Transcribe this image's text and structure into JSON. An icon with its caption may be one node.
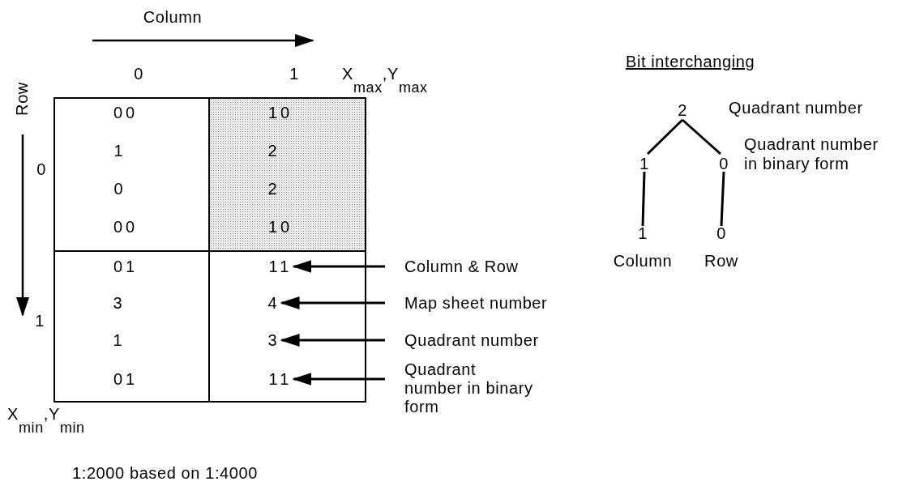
{
  "diagram": {
    "nodes": [
      {
        "text": [],
        "shape": "box"
      },
      {
        "text": [
          "00"
        ],
        "in": 0
      },
      {
        "text": [
          "1"
        ],
        "in": 0
      },
      {
        "text": [
          "0"
        ],
        "in": 0
      },
      {
        "text": [
          "00"
        ],
        "in": 0
      },
      {
        "text": [],
        "shape": "box"
      },
      {
        "text": [
          "10"
        ],
        "in": 5
      },
      {
        "text": [
          "2"
        ],
        "in": 5
      },
      {
        "text": [
          "2"
        ],
        "in": 5
      },
      {
        "text": [
          "10"
        ],
        "in": 5
      },
      {
        "text": [],
        "shape": "box"
      },
      {
        "text": [
          "01"
        ],
        "in": 10
      },
      {
        "text": [
          "3"
        ],
        "in": 10
      },
      {
        "text": [
          "1"
        ],
        "in": 10
      },
      {
        "text": [
          "01"
        ],
        "in": 10
      },
      {
        "text": [],
        "shape": "box"
      },
      {
        "text": [
          "11"
        ],
        "in": 15
      },
      {
        "text": [
          "4"
        ],
        "in": 15
      },
      {
        "text": [
          "3"
        ],
        "in": 15
      },
      {
        "text": [
          "11"
        ],
        "in": 15
      },
      {
        "text": [
          "Column & Row"
        ]
      },
      {
        "text": [
          "Map sheet number"
        ]
      },
      {
        "text": [
          "Quadrant number"
        ]
      },
      {
        "text": [
          "Quadrant number in binary form"
        ]
      },
      {
        "text": [
          "2"
        ]
      },
      {
        "text": [
          "1"
        ]
      },
      {
        "text": [
          "0"
        ]
      },
      {
        "text": [
          "1"
        ],
        "beside": [
          "Column"
        ]
      },
      {
        "text": [
          "0"
        ],
        "beside": [
          "Row"
        ]
      }
    ],
    "edges": [
      {
        "from": 20,
        "to": 16,
        "arrow": "to"
      },
      {
        "from": 21,
        "to": 17,
        "arrow": "to"
      },
      {
        "from": 22,
        "to": 18,
        "arrow": "to"
      },
      {
        "from": 23,
        "to": 19,
        "arrow": "to"
      },
      {
        "from": 24,
        "to": 25,
        "arrow": "none"
      },
      {
        "from": 24,
        "to": 26,
        "arrow": "none"
      },
      {
        "from": 25,
        "to": 27,
        "arrow": "none"
      },
      {
        "from": 26,
        "to": 28,
        "arrow": "none"
      }
    ],
    "labels": [
      "Column",
      "0",
      "1",
      "X$_{max}$,Y$_{max}$",
      "Row",
      "0",
      "1",
      "Bit interchanging",
      "Quadrant number",
      "Quadrant number in binary form",
      "X$_{min}$,Y$_{min}$",
      "1:2000 based on 1:4000"
    ]
  }
}
